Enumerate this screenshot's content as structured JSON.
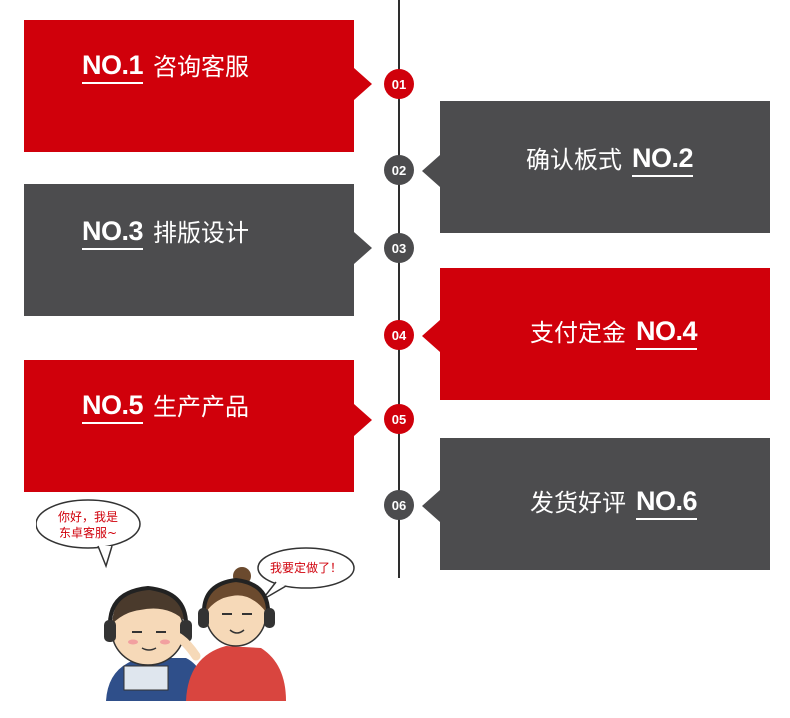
{
  "steps": [
    {
      "no": "NO.1",
      "title": "咨询客服",
      "node": "01",
      "color": "red"
    },
    {
      "no": "NO.2",
      "title": "确认板式",
      "node": "02",
      "color": "gray"
    },
    {
      "no": "NO.3",
      "title": "排版设计",
      "node": "03",
      "color": "gray"
    },
    {
      "no": "NO.4",
      "title": "支付定金",
      "node": "04",
      "color": "red"
    },
    {
      "no": "NO.5",
      "title": "生产产品",
      "node": "05",
      "color": "red"
    },
    {
      "no": "NO.6",
      "title": "发货好评",
      "node": "06",
      "color": "gray"
    }
  ],
  "cartoon": {
    "bubble_left_line1": "你好，我是",
    "bubble_left_line2": "东卓客服~",
    "bubble_right": "我要定做了！"
  },
  "colors": {
    "red": "#d0000b",
    "gray": "#4c4c4e",
    "line": "#2e2e2e"
  }
}
